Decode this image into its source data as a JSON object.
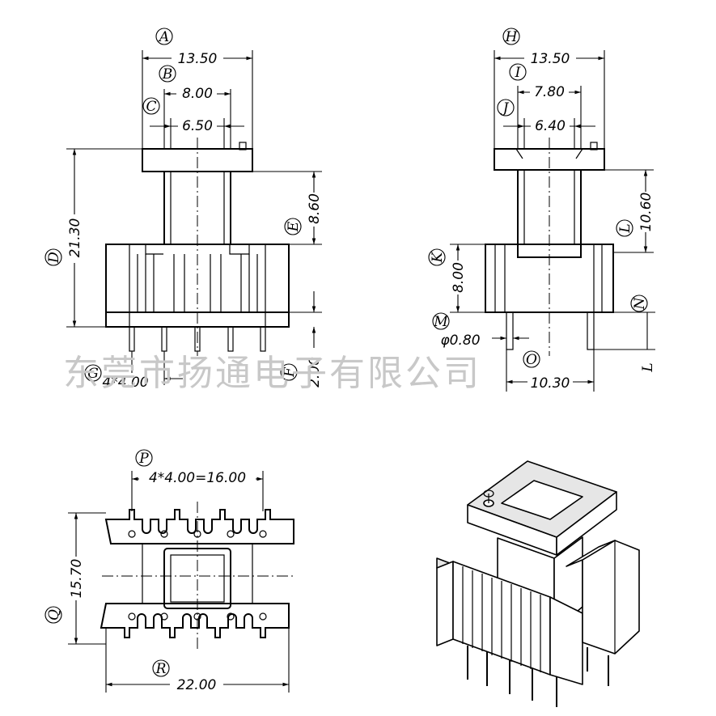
{
  "watermark": "东莞市扬通电子有限公司",
  "front_view": {
    "A": {
      "tag": "A",
      "value": "13.50"
    },
    "B": {
      "tag": "B",
      "value": "8.00"
    },
    "C": {
      "tag": "C",
      "value": "6.50"
    },
    "D": {
      "tag": "D",
      "value": "21.30"
    },
    "E": {
      "tag": "E",
      "value": "8.60"
    },
    "F": {
      "tag": "F",
      "value": "2.00"
    },
    "G": {
      "tag": "G",
      "value": "4*4.00"
    }
  },
  "side_view": {
    "H": {
      "tag": "H",
      "value": "13.50"
    },
    "I": {
      "tag": "I",
      "value": "7.80"
    },
    "J": {
      "tag": "J",
      "value": "6.40"
    },
    "K": {
      "tag": "K",
      "value": "8.00"
    },
    "L": {
      "tag": "L",
      "value": "10.60"
    },
    "M": {
      "tag": "M",
      "value": "φ0.80"
    },
    "N": {
      "tag": "N",
      "value": ""
    },
    "O": {
      "tag": "O",
      "value": "10.30"
    },
    "L2": {
      "tag": "L",
      "value": ""
    }
  },
  "bottom_view": {
    "P": {
      "tag": "P",
      "value": "4*4.00=16.00"
    },
    "Q": {
      "tag": "Q",
      "value": "15.70"
    },
    "R": {
      "tag": "R",
      "value": "22.00"
    }
  }
}
